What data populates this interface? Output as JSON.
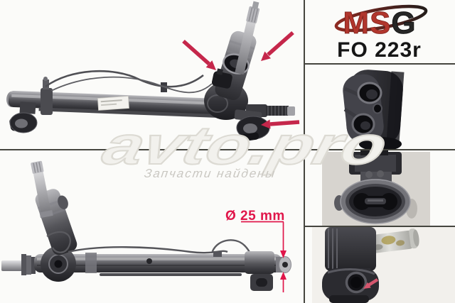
{
  "page": {
    "background": "#fbfbf9",
    "divider_color": "#45453f"
  },
  "brand": {
    "name": "MSG",
    "logo_text_red": "MS",
    "logo_text_dark": "G",
    "logo_red": "#b1362d",
    "logo_dark": "#262626"
  },
  "part": {
    "number": "FO 223r"
  },
  "watermark": {
    "title": "avto.pro",
    "subtitle": "Запчасти найдены"
  },
  "annotations": {
    "arrow_color": "#c5274b",
    "detail_arrow_color": "#d5566e",
    "dimension_label": "Ø 25 mm",
    "dimension_color": "#e0164a"
  }
}
